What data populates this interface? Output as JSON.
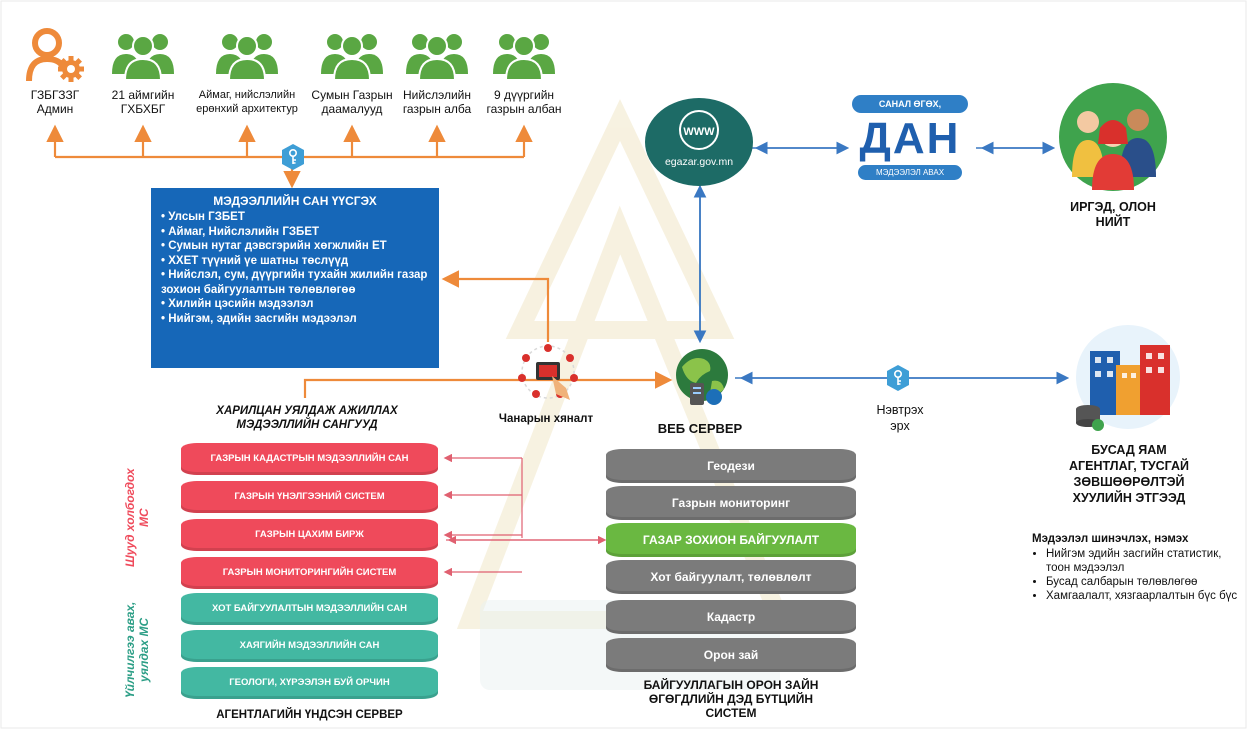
{
  "admins": [
    {
      "label": "ГЗБГЗЗГ\nАдмин",
      "icon": "admin-gear-icon"
    },
    {
      "label": "21 аймгийн\nГХБХБГ",
      "icon": "group-icon"
    },
    {
      "label": "Аймаг, нийслэлийн\nерөнхий архитектур",
      "icon": "group-icon"
    },
    {
      "label": "Сумын Газрын\nдаамалууд",
      "icon": "group-icon"
    },
    {
      "label": "Нийслэлийн\nгазрын алба",
      "icon": "group-icon"
    },
    {
      "label": "9 дүүргийн\nгазрын албан",
      "icon": "group-icon"
    }
  ],
  "db_box": {
    "title": "МЭДЭЭЛЛИЙН САН ҮҮСГЭХ",
    "items": [
      "Улсын ГЗБЕТ",
      "Аймаг, Нийслэлийн ГЗБЕТ",
      "Сумын нутаг дэвсгэрийн хөгжлийн ЕТ",
      "ХХЕТ түүний үе шатны төслүүд",
      "Нийслэл, сум, дүүргийн тухайн жилийн газар зохион байгуулалтын төлөвлөгөө",
      "Хилийн цэсийн мэдээлэл",
      "Нийгэм, эдийн засгийн мэдээлэл"
    ]
  },
  "website": {
    "label": "egazar.gov.mn",
    "glyph": "WWW"
  },
  "dan": {
    "top": "САНАЛ ӨГӨХ,",
    "logo": "ДАН",
    "bottom": "МЭДЭЭЛЭЛ АВАХ"
  },
  "citizens": {
    "label": "ИРГЭД, ОЛОН\nНИЙТ"
  },
  "quality": {
    "label": "Чанарын хяналт"
  },
  "web_server": {
    "label": "ВЕБ СЕРВЕР"
  },
  "access": {
    "label": "Нэвтрэх\nэрх"
  },
  "agencies": {
    "label": "БУСАД ЯАМ\nАГЕНТЛАГ, ТУСГАЙ\nЗӨВШӨӨРӨЛТЭЙ\nХУУЛИЙН ЭТГЭЭД"
  },
  "shared_db": {
    "title": "ХАРИЛЦАН УЯЛДАЖ АЖИЛЛАХ\nМЭДЭЭЛЛИЙН САНГУУД"
  },
  "left_stack": {
    "red_side_label": "Шууд холбогдох\nМС",
    "teal_side_label": "Үйлчилгээ авах,\nуялдах МС",
    "red": [
      "ГАЗРЫН КАДАСТРЫН МЭДЭЭЛЛИЙН САН",
      "ГАЗРЫН ҮНЭЛГЭЭНИЙ СИСТЕМ",
      "ГАЗРЫН ЦАХИМ БИРЖ",
      "ГАЗРЫН МОНИТОРИНГИЙН СИСТЕМ"
    ],
    "teal": [
      "ХОТ БАЙГУУЛАЛТЫН МЭДЭЭЛЛИЙН САН",
      "ХАЯГИЙН МЭДЭЭЛЛИЙН САН",
      "ГЕОЛОГИ, ХҮРЭЭЛЭН БУЙ ОРЧИН"
    ],
    "caption": "АГЕНТЛАГИЙН ҮНДСЭН СЕРВЕР"
  },
  "center_stack": {
    "items": [
      "Геодези",
      "Газрын мониторинг",
      "ГАЗАР ЗОХИОН БАЙГУУЛАЛТ",
      "Хот байгуулалт, төлөвлөлт",
      "Кадастр",
      "Орон зай"
    ],
    "highlight_index": 2,
    "caption": "БАЙГУУЛЛАГЫН ОРОН ЗАЙН\nӨГӨГДЛИЙН ДЭД БҮТЦИЙН\nСИСТЕМ"
  },
  "updates": {
    "title": "Мэдээлэл шинэчлэх, нэмэх",
    "items": [
      "Нийгэм эдийн засгийн статистик, тоон мэдээлэл",
      "Бусад салбарын төлөвлөгөө",
      "Хамгаалалт, хязгаарлалтын бүс бүс"
    ]
  },
  "colors": {
    "orange": "#ee8a3a",
    "blue": "#3a78c2",
    "red": "#ef4a5b",
    "teal": "#43b8a2",
    "green_people": "#5aa743",
    "db_blue": "#1667b8",
    "gray_db": "#7b7b7b",
    "highlight_green": "#6ab841"
  }
}
